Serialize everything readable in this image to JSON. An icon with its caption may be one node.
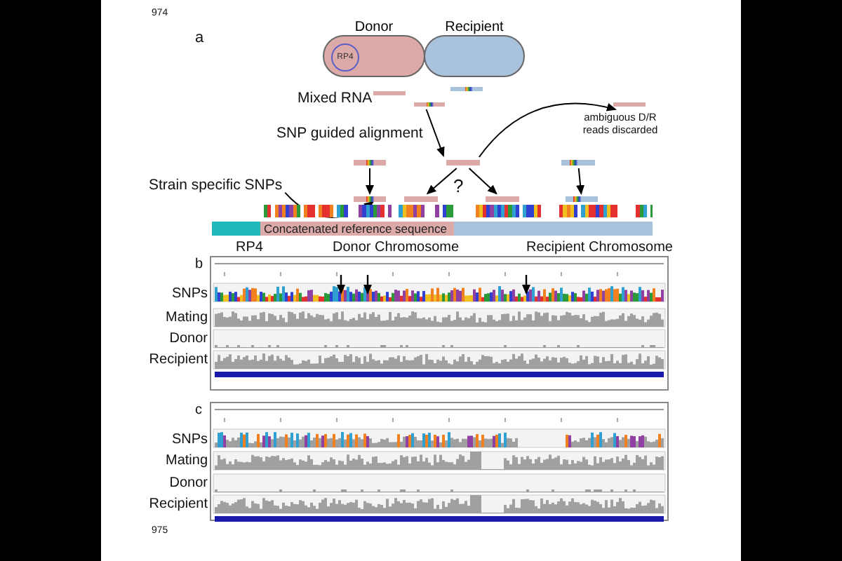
{
  "diagram": {
    "nodes": [
      {
        "text": [
          "Donor"
        ]
      },
      {
        "text": [
          "RP4"
        ],
        "in": 0
      },
      {
        "text": [
          "Recipient"
        ]
      },
      {
        "text": [],
        "shape": "bar"
      },
      {
        "text": [],
        "shape": "bar"
      },
      {
        "text": [],
        "shape": "bar"
      },
      {
        "text": [],
        "shape": "bar"
      },
      {
        "text": [],
        "shape": "bar"
      },
      {
        "text": [],
        "shape": "bar"
      },
      {
        "text": [],
        "shape": "bar",
        "beside": [
          "ambiguous D/R reads discarded"
        ]
      },
      {
        "text": [],
        "shape": "bar"
      },
      {
        "text": [],
        "shape": "bar"
      },
      {
        "text": [],
        "shape": "bar"
      },
      {
        "text": [],
        "shape": "bar"
      },
      {
        "text": [
          "Strain specific SNPs"
        ]
      },
      {
        "text": [],
        "shape": "bar"
      },
      {
        "text": [
          "Concatenated reference sequence"
        ]
      }
    ],
    "edges": [
      {
        "from": 5,
        "to": 7,
        "arrow": "to"
      },
      {
        "from": 7,
        "to": 9,
        "arrow": "to"
      },
      {
        "from": 6,
        "to": 10,
        "arrow": "to"
      },
      {
        "from": 7,
        "to": 11,
        "arrow": "to"
      },
      {
        "from": 7,
        "to": 12,
        "arrow": "to"
      },
      {
        "from": 8,
        "to": 13,
        "arrow": "to"
      },
      {
        "from": 14,
        "to": 15,
        "arrow": "to"
      }
    ],
    "labels": [
      "974",
      "a",
      "Mixed RNA",
      "SNP guided alignment",
      "?",
      "RP4",
      "Donor Chromosome",
      "Recipient Chromosome",
      "b",
      "SNPs",
      "Mating",
      "Donor",
      "Recipient",
      "c",
      "SNPs",
      "Mating",
      "Donor",
      "Recipient",
      "975"
    ]
  }
}
